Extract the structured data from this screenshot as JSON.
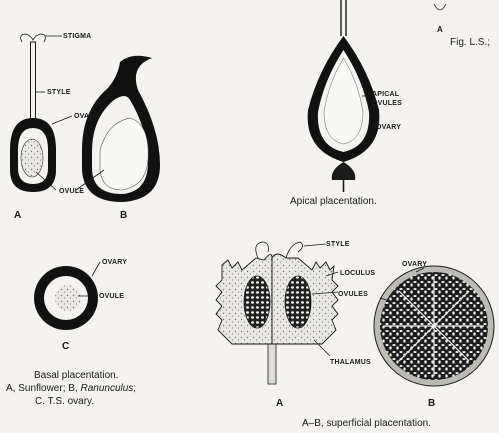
{
  "labels": {
    "stigma": "STIGMA",
    "style": "STYLE",
    "ovary": "OVARY",
    "ovule": "OVULE",
    "apical_ovules": "APICAL",
    "apical_ovules_2": "OVULES",
    "locculus": "LOCULUS",
    "ovules": "OVULES",
    "thalamus": "THALAMUS"
  },
  "letters": {
    "a": "A",
    "b": "B",
    "c": "C",
    "corner_a": "A"
  },
  "captions": {
    "fig_ls": "Fig. L.S.;",
    "apical": "Apical placentation.",
    "basal_1": "Basal placentation.",
    "basal_2a": "A, Sunflower; B, ",
    "basal_2b": "Ranunculus",
    "basal_2c": ";",
    "basal_3": "C. T.S. ovary.",
    "superficial": "A–B, superficial placentation."
  }
}
